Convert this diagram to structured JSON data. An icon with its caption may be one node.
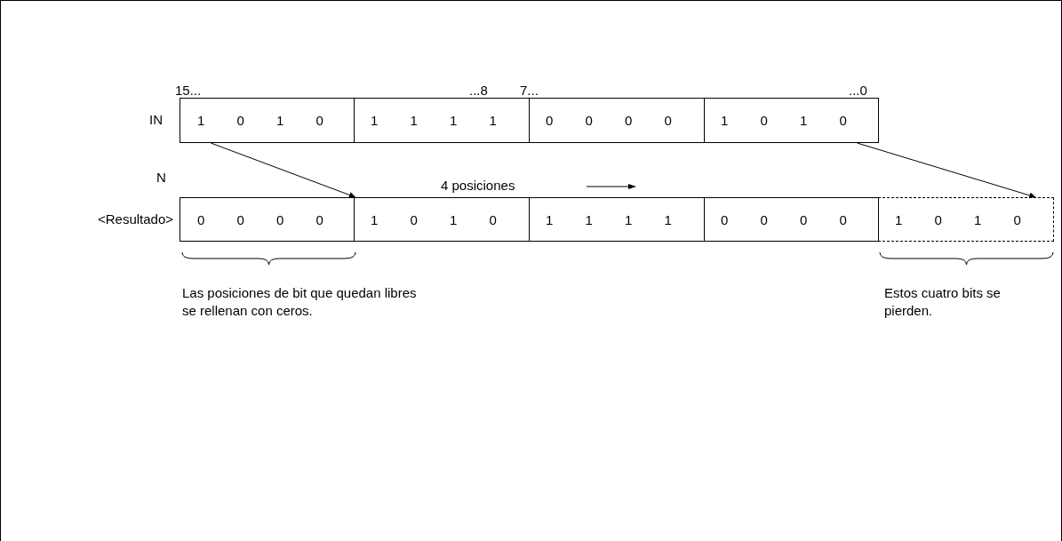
{
  "diagram": {
    "nodes": [
      {
        "text": [
          "1 0 1 0"
        ]
      },
      {
        "text": [
          "1 1 1 1"
        ]
      },
      {
        "text": [
          "0 0 0 0"
        ]
      },
      {
        "text": [
          "1 0 1 0"
        ]
      },
      {
        "text": [
          "0 0 0 0"
        ]
      },
      {
        "text": [
          "1 0 1 0"
        ]
      },
      {
        "text": [
          "1 1 1 1"
        ]
      },
      {
        "text": [
          "0 0 0 0"
        ]
      },
      {
        "text": [
          "1 0 1 0"
        ]
      }
    ],
    "edges": [
      {
        "from": 0,
        "to": 5,
        "arrow": "to"
      },
      {
        "from": 3,
        "to": 8,
        "arrow": "to"
      }
    ],
    "labels": [
      "15...",
      "...8",
      "7...",
      "...0",
      "IN",
      "N",
      "4 posiciones",
      "<Resultado>",
      "Las posiciones de bit que quedan libres se rellenan con ceros.",
      "Estos cuatro bits se pierden."
    ]
  }
}
